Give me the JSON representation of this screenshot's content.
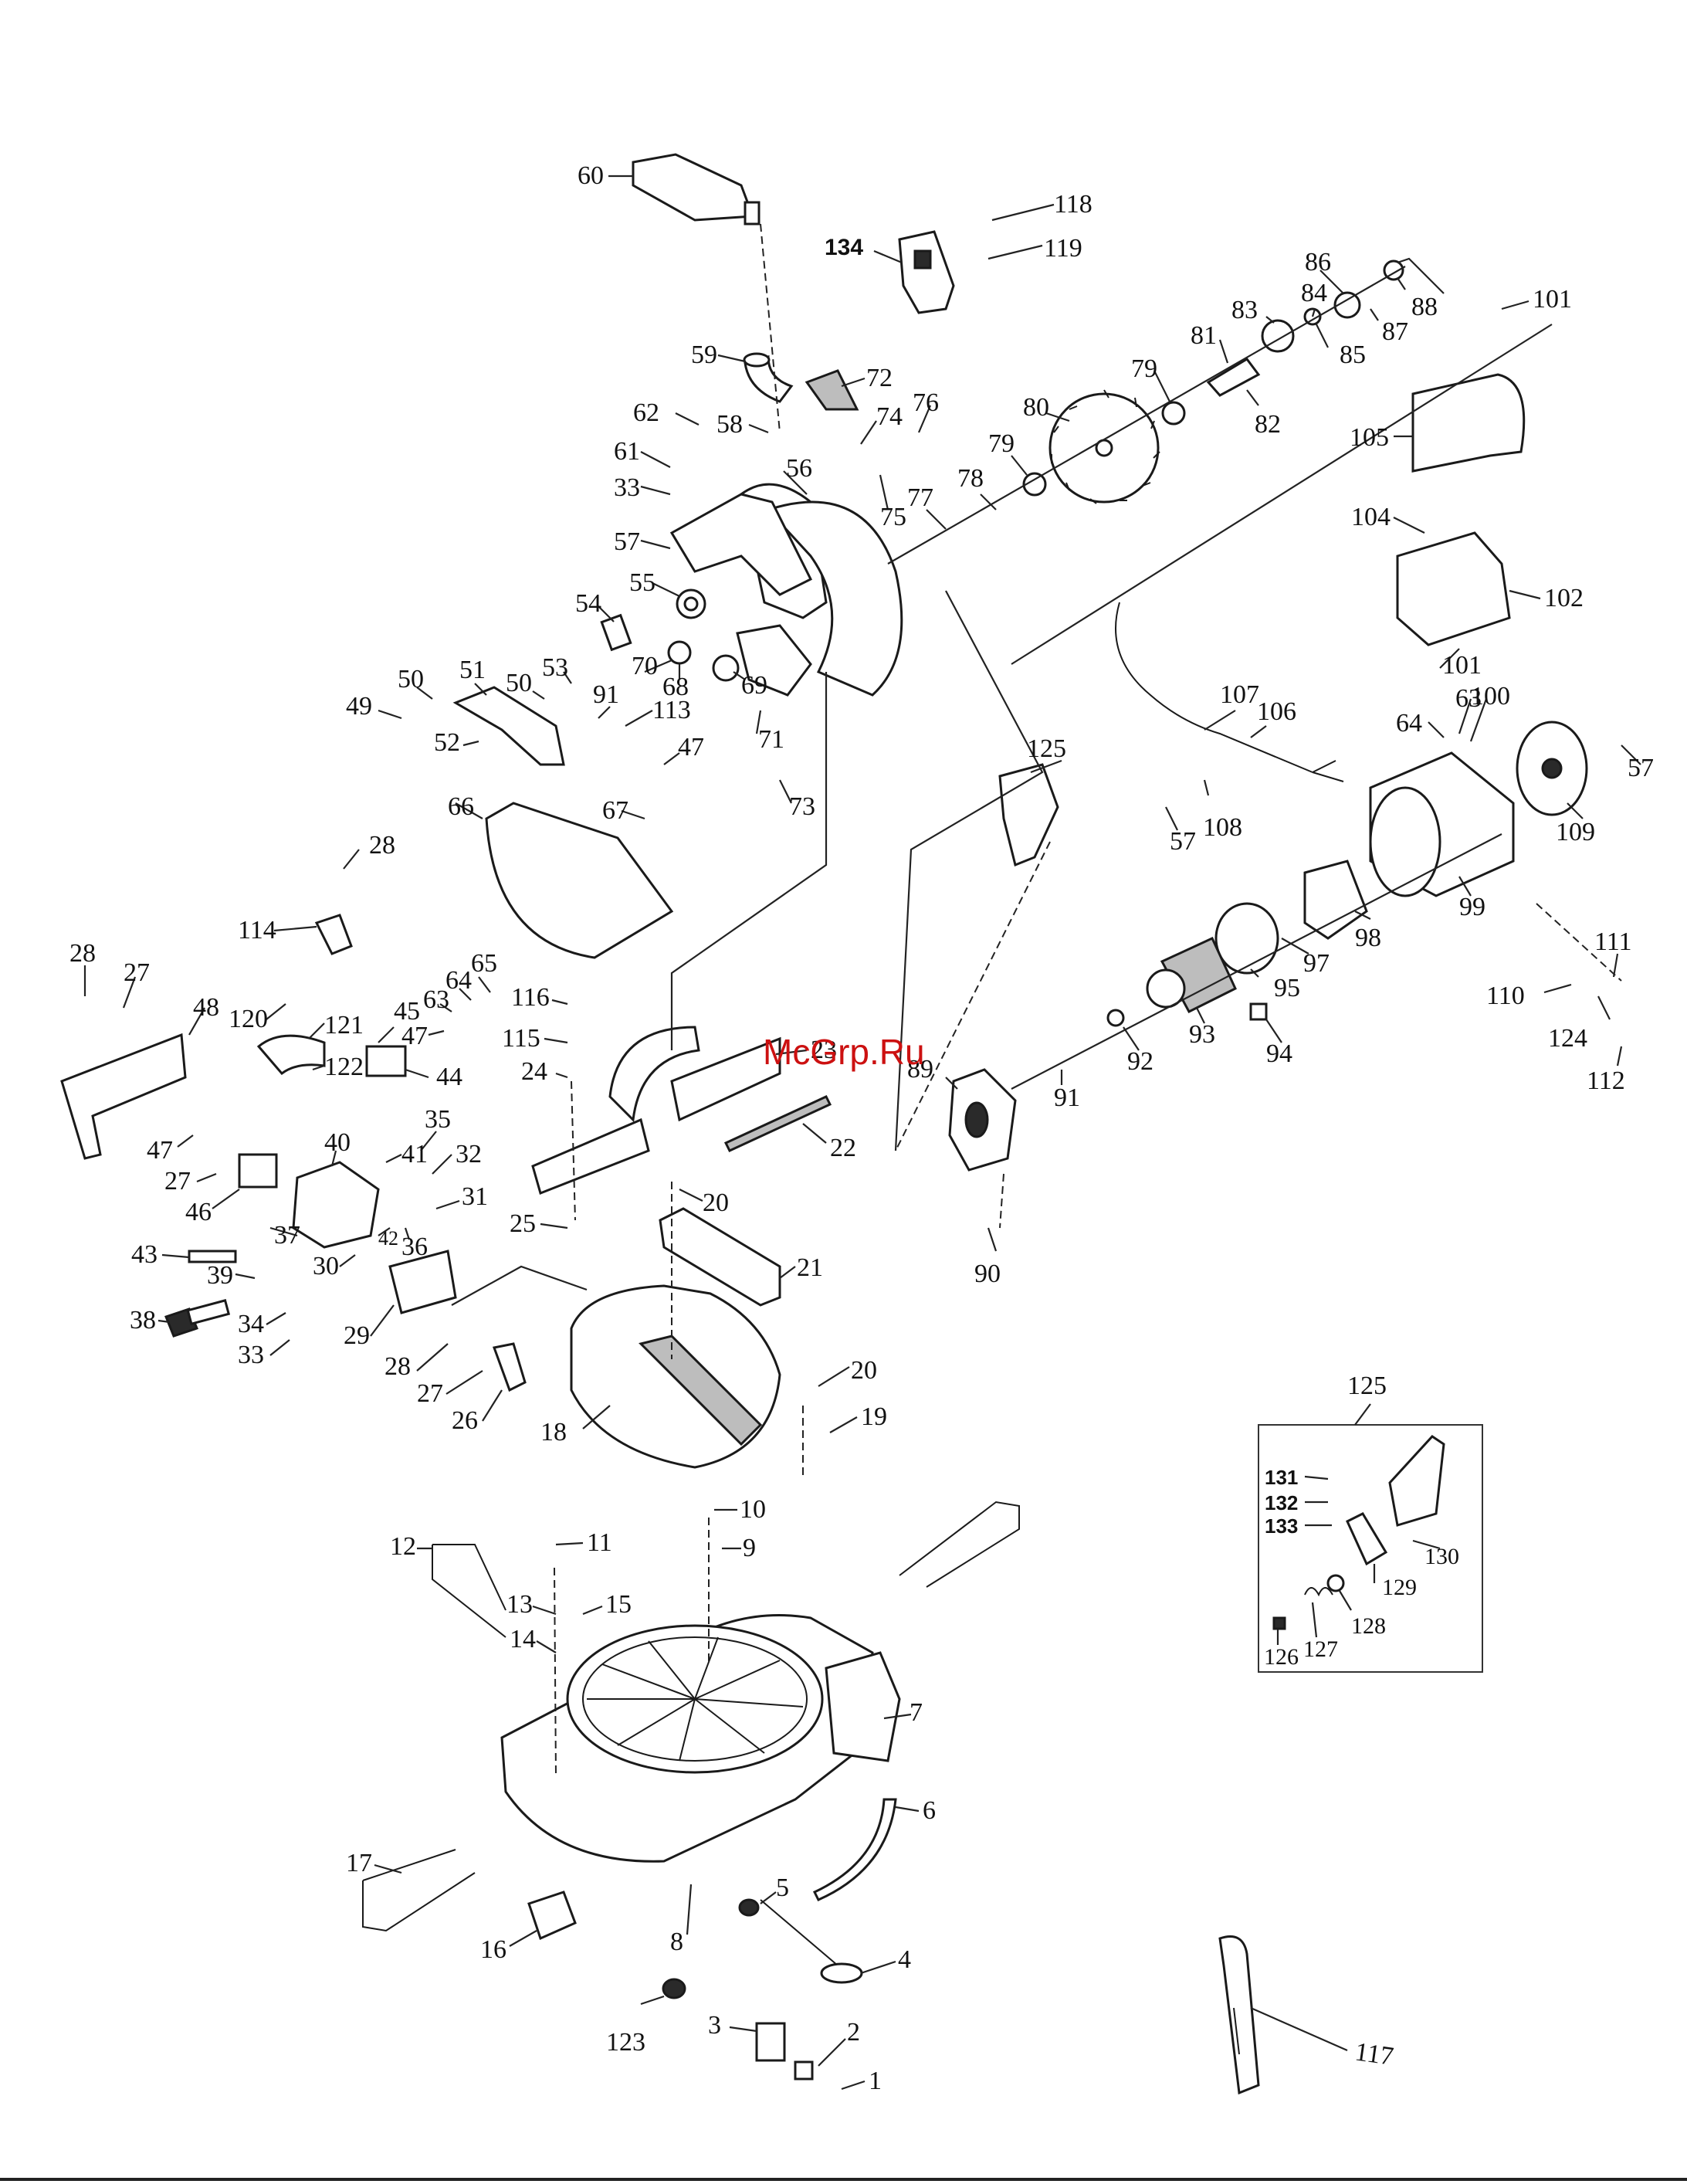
{
  "watermark": "McGrp.Ru",
  "inset": {
    "title": "125"
  },
  "labels": {
    "l1": "1",
    "l2": "2",
    "l3": "3",
    "l4": "4",
    "l5": "5",
    "l6": "6",
    "l7": "7",
    "l8": "8",
    "l9": "9",
    "l10": "10",
    "l11": "11",
    "l12": "12",
    "l13": "13",
    "l14": "14",
    "l15": "15",
    "l16": "16",
    "l17": "17",
    "l18": "18",
    "l19": "19",
    "l20a": "20",
    "l20b": "20",
    "l21": "21",
    "l22": "22",
    "l23": "23",
    "l24": "24",
    "l25": "25",
    "l26": "26",
    "l27a": "27",
    "l27b": "27",
    "l27c": "27",
    "l28a": "28",
    "l28b": "28",
    "l28c": "28",
    "l29": "29",
    "l30": "30",
    "l31": "31",
    "l32": "32",
    "l33a": "33",
    "l33b": "33",
    "l34": "34",
    "l35": "35",
    "l36": "36",
    "l37": "37",
    "l38": "38",
    "l39": "39",
    "l40": "40",
    "l41": "41",
    "l42": "42",
    "l43": "43",
    "l44": "44",
    "l45": "45",
    "l46": "46",
    "l47a": "47",
    "l47b": "47",
    "l47c": "47",
    "l48": "48",
    "l49": "49",
    "l50a": "50",
    "l50b": "50",
    "l51": "51",
    "l52": "52",
    "l53": "53",
    "l54": "54",
    "l55": "55",
    "l56": "56",
    "l57a": "57",
    "l57b": "57",
    "l57c": "57",
    "l58": "58",
    "l59": "59",
    "l60": "60",
    "l61": "61",
    "l62": "62",
    "l63a": "63",
    "l63b": "63",
    "l64a": "64",
    "l64b": "64",
    "l65": "65",
    "l66": "66",
    "l67": "67",
    "l68": "68",
    "l69": "69",
    "l70": "70",
    "l71": "71",
    "l72": "72",
    "l73": "73",
    "l74": "74",
    "l75": "75",
    "l76": "76",
    "l77": "77",
    "l78": "78",
    "l79a": "79",
    "l79b": "79",
    "l80": "80",
    "l81": "81",
    "l82": "82",
    "l83": "83",
    "l84": "84",
    "l85": "85",
    "l86": "86",
    "l87": "87",
    "l88": "88",
    "l89": "89",
    "l90": "90",
    "l91a": "91",
    "l91b": "91",
    "l92": "92",
    "l93": "93",
    "l94": "94",
    "l95": "95",
    "l97": "97",
    "l98": "98",
    "l99": "99",
    "l100": "100",
    "l101a": "101",
    "l101b": "101",
    "l102": "102",
    "l104": "104",
    "l105": "105",
    "l106": "106",
    "l107": "107",
    "l108": "108",
    "l109": "109",
    "l110": "110",
    "l111": "111",
    "l112": "112",
    "l113": "113",
    "l114": "114",
    "l115": "115",
    "l116": "116",
    "l117": "117",
    "l118": "118",
    "l119": "119",
    "l120": "120",
    "l121": "121",
    "l122": "122",
    "l123": "123",
    "l124": "124",
    "l125": "125",
    "l126": "126",
    "l127": "127",
    "l128": "128",
    "l129": "129",
    "l130": "130",
    "l131": "131",
    "l132": "132",
    "l133": "133",
    "l134": "134"
  }
}
